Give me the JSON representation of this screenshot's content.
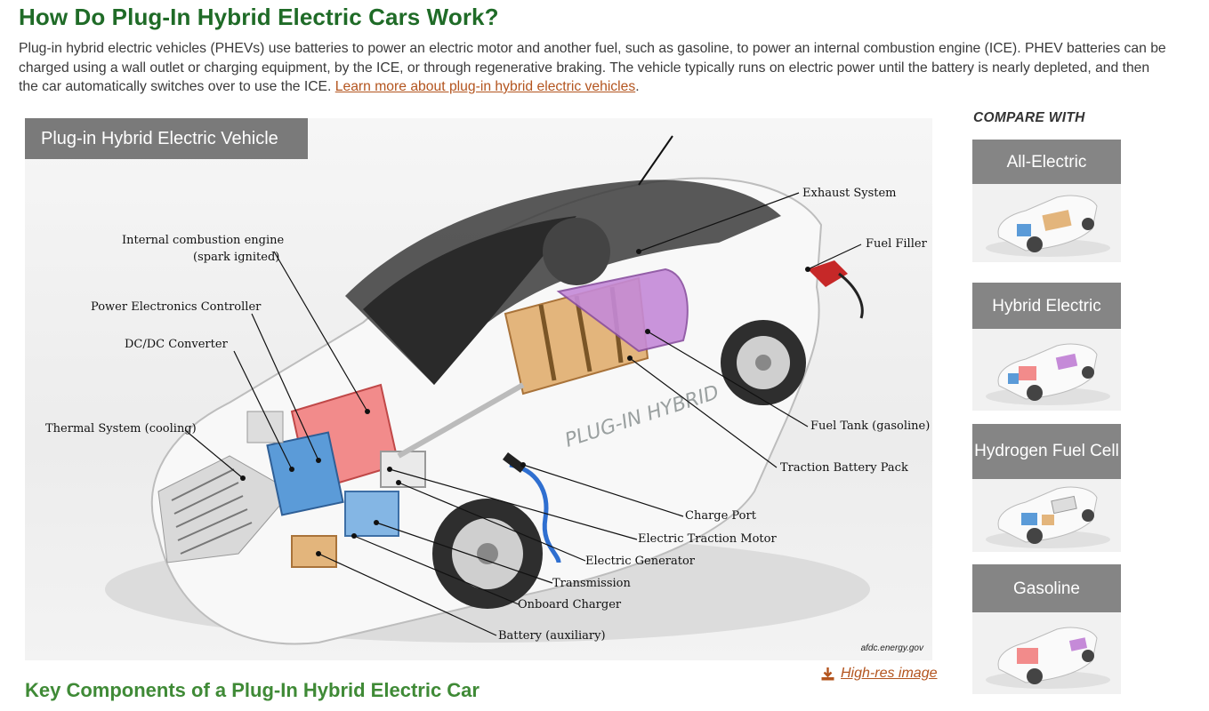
{
  "page": {
    "title": "How Do Plug-In Hybrid Electric Cars Work?",
    "intro_text": "Plug-in hybrid electric vehicles (PHEVs) use batteries to power an electric motor and another fuel, such as gasoline, to power an internal combustion engine (ICE). PHEV batteries can be charged using a wall outlet or charging equipment, by the ICE, or through regenerative braking. The vehicle typically runs on electric power until the battery is nearly depleted, and then the car automatically switches over to use the ICE. ",
    "intro_link": "Learn more about plug-in hybrid electric vehicles",
    "intro_end": "."
  },
  "diagram": {
    "title": "Plug-in Hybrid Electric Vehicle",
    "credit": "afdc.energy.gov",
    "labels": {
      "ice_line1": "Internal combustion engine",
      "ice_line2": "(spark ignited)",
      "pec": "Power Electronics Controller",
      "dcdc": "DC/DC Converter",
      "thermal": "Thermal System (cooling)",
      "exhaust": "Exhaust System",
      "fuel_filler": "Fuel Filler",
      "fuel_tank": "Fuel Tank (gasoline)",
      "traction_battery": "Traction Battery Pack",
      "charge_port": "Charge Port",
      "traction_motor": "Electric Traction Motor",
      "generator": "Electric Generator",
      "transmission": "Transmission",
      "onboard_charger": "Onboard Charger",
      "battery_aux": "Battery (auxiliary)"
    }
  },
  "hires_link": "High-res image",
  "section_title": "Key Components of a Plug-In Hybrid Electric Car",
  "compare": {
    "label": "COMPARE WITH",
    "items": [
      {
        "title": "All-Electric"
      },
      {
        "title": "Hybrid Electric"
      },
      {
        "title": "Hydrogen Fuel Cell"
      },
      {
        "title": "Gasoline"
      }
    ]
  },
  "colors": {
    "title_green": "#1f6b27",
    "section_green": "#3f8a36",
    "link_orange": "#b3541e",
    "panel_gray": "#7a7a7a"
  }
}
